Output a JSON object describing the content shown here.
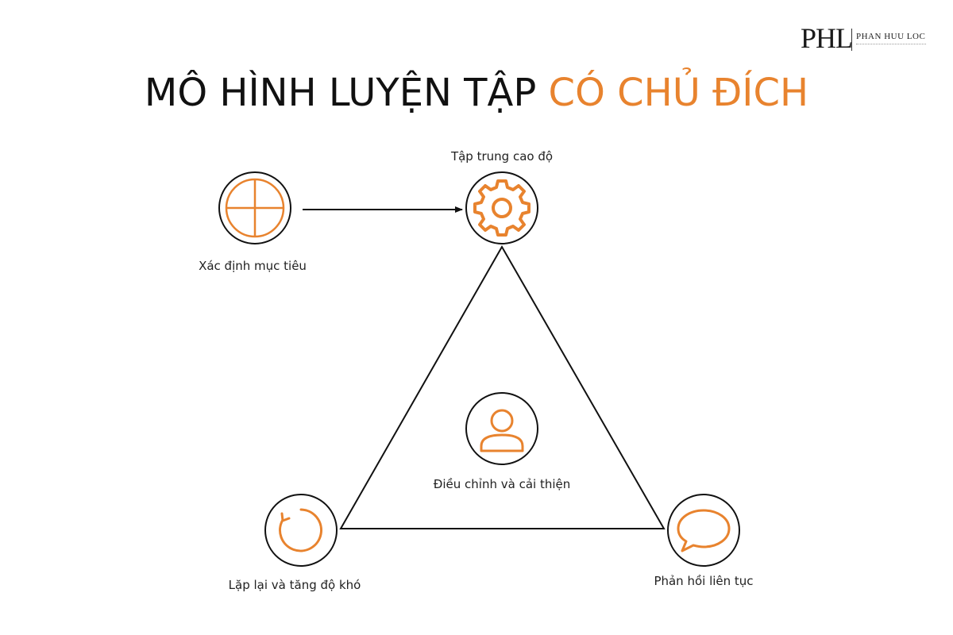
{
  "logo": {
    "mark": "PHL",
    "name": "PHAN HUU LOC"
  },
  "title": {
    "part1": "MÔ HÌNH LUYỆN TẬP ",
    "part2": "CÓ CHỦ ĐÍCH",
    "accent_color": "#E8832E",
    "text_color": "#111111"
  },
  "nodes": {
    "goal": {
      "label": "Xác định mục tiêu",
      "icon": "target-icon"
    },
    "focus": {
      "label": "Tập trung cao độ",
      "icon": "gear-icon"
    },
    "center": {
      "label": "Điều chỉnh và cải thiện",
      "icon": "user-icon"
    },
    "repeat": {
      "label": "Lặp lại và tăng độ khó",
      "icon": "refresh-icon"
    },
    "feedback": {
      "label": "Phản hồi liên tục",
      "icon": "chat-bubble-icon"
    }
  },
  "colors": {
    "accent": "#E8832E",
    "stroke": "#111111"
  }
}
